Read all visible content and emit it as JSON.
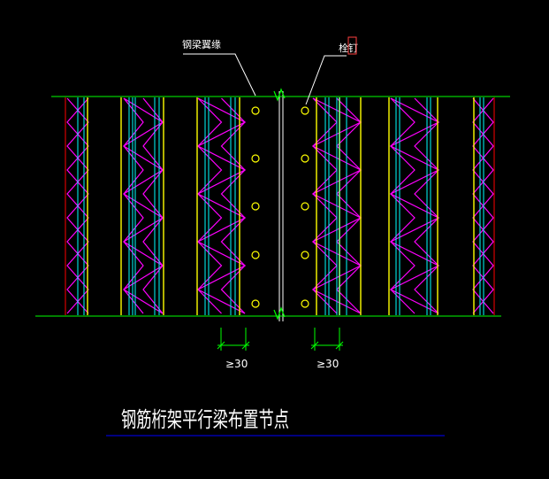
{
  "drawing": {
    "callout_left": "钢梁翼缘",
    "callout_right": "栓钉",
    "dim_left": "≥30",
    "dim_right": "≥30",
    "title": "钢筋桁架平行梁布置节点"
  },
  "colors": {
    "background": "#000000",
    "boundary_line": "#00ff00",
    "truss_diagonal": "#ff00ff",
    "chord_yellow": "#ffff00",
    "chord_cyan": "#00ffff",
    "edge_red": "#ff0000",
    "stud_circle": "#ffff00",
    "leader_line": "#ffffff",
    "title_underline": "#0000ff",
    "callout_box": "#ff4040"
  }
}
